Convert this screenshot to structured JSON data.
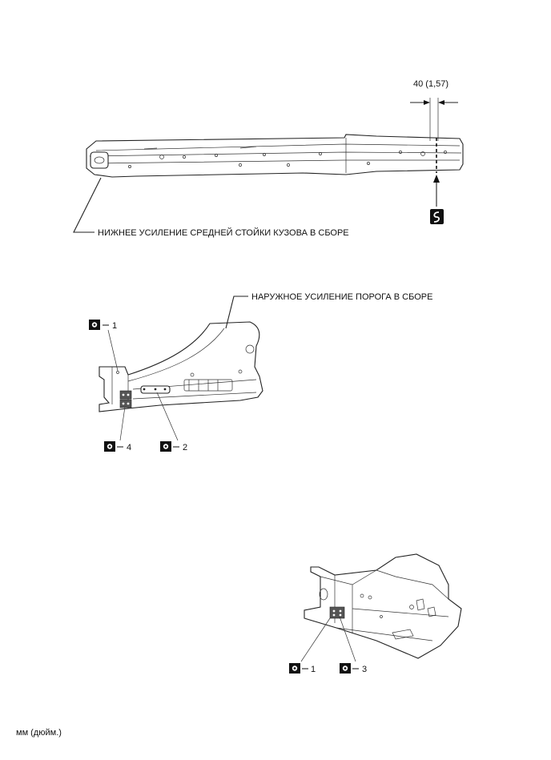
{
  "labels": {
    "dimension": "40 (1,57)",
    "lower_pillar": "НИЖНЕЕ УСИЛЕНИЕ СРЕДНЕЙ СТОЙКИ КУЗОВА В СБОРЕ",
    "rocker_outer": "НАРУЖНОЕ УСИЛЕНИЕ ПОРОГА В СБОРЕ",
    "units": "мм (дюйм.)"
  },
  "callouts": {
    "c1_top": "1",
    "c2": "2",
    "c4": "4",
    "c1_bottom": "1",
    "c3": "3"
  },
  "icons": {
    "cut_symbol": "saw-cut-icon",
    "weld_symbol": "spot-weld-icon"
  }
}
